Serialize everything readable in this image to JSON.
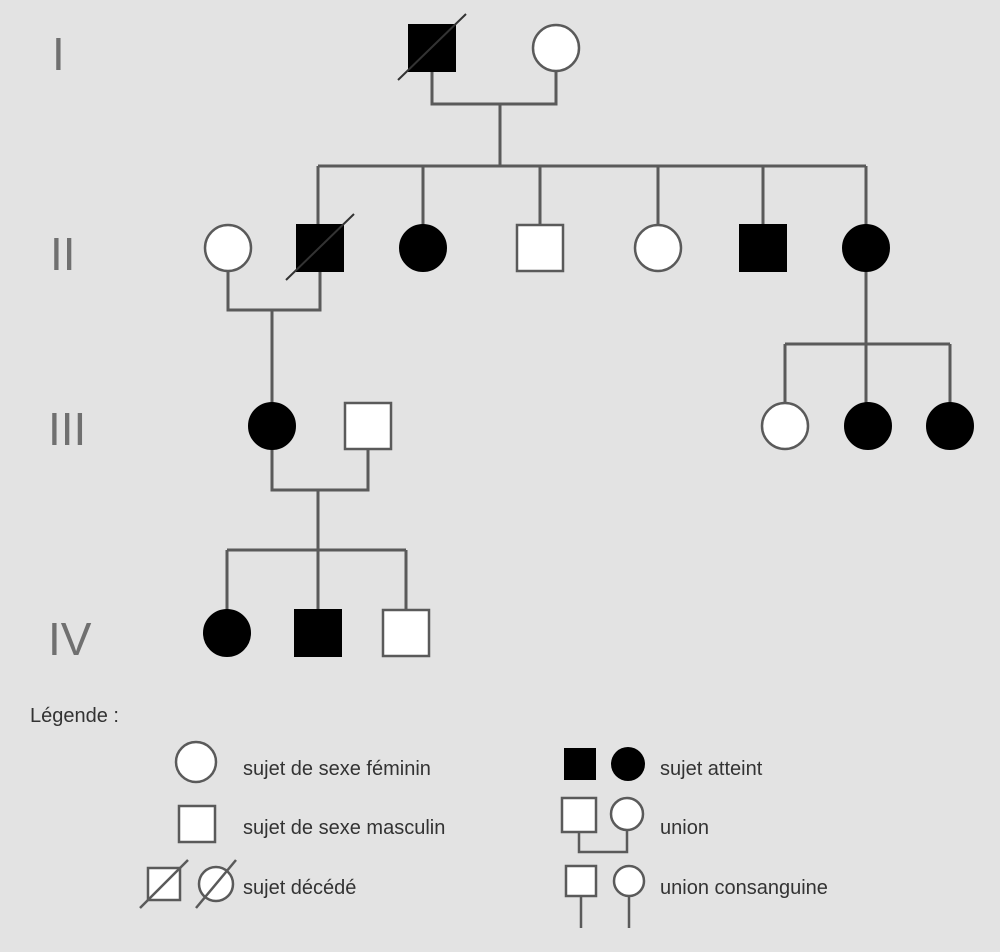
{
  "generations": [
    {
      "label": "I"
    },
    {
      "label": "II"
    },
    {
      "label": "III"
    },
    {
      "label": "IV"
    }
  ],
  "pedigree": {
    "individuals": [
      {
        "id": "I-1",
        "sex": "male",
        "affected": true,
        "deceased": true
      },
      {
        "id": "I-2",
        "sex": "female",
        "affected": false,
        "deceased": false
      },
      {
        "id": "II-1",
        "sex": "female",
        "affected": false,
        "deceased": false
      },
      {
        "id": "II-2",
        "sex": "male",
        "affected": true,
        "deceased": true
      },
      {
        "id": "II-3",
        "sex": "female",
        "affected": true,
        "deceased": false
      },
      {
        "id": "II-4",
        "sex": "male",
        "affected": false,
        "deceased": false
      },
      {
        "id": "II-5",
        "sex": "female",
        "affected": false,
        "deceased": false
      },
      {
        "id": "II-6",
        "sex": "male",
        "affected": true,
        "deceased": false
      },
      {
        "id": "II-7",
        "sex": "female",
        "affected": true,
        "deceased": false
      },
      {
        "id": "III-1",
        "sex": "female",
        "affected": true,
        "deceased": false
      },
      {
        "id": "III-2",
        "sex": "male",
        "affected": false,
        "deceased": false
      },
      {
        "id": "III-3",
        "sex": "female",
        "affected": false,
        "deceased": false
      },
      {
        "id": "III-4",
        "sex": "female",
        "affected": true,
        "deceased": false
      },
      {
        "id": "III-5",
        "sex": "female",
        "affected": true,
        "deceased": false
      },
      {
        "id": "IV-1",
        "sex": "female",
        "affected": true,
        "deceased": false
      },
      {
        "id": "IV-2",
        "sex": "male",
        "affected": true,
        "deceased": false
      },
      {
        "id": "IV-3",
        "sex": "male",
        "affected": false,
        "deceased": false
      }
    ],
    "unions": [
      {
        "partners": [
          "I-1",
          "I-2"
        ],
        "children": [
          "II-2",
          "II-3",
          "II-4",
          "II-5",
          "II-6",
          "II-7"
        ]
      },
      {
        "partners": [
          "II-1",
          "II-2"
        ],
        "children": [
          "III-1"
        ]
      },
      {
        "partners": [
          "II-7"
        ],
        "children": [
          "III-3",
          "III-4",
          "III-5"
        ]
      },
      {
        "partners": [
          "III-1",
          "III-2"
        ],
        "children": [
          "IV-1",
          "IV-2",
          "IV-3"
        ]
      }
    ]
  },
  "legend": {
    "title": "Légende :",
    "female": "sujet de sexe féminin",
    "male": "sujet de sexe masculin",
    "deceased": "sujet décédé",
    "affected": "sujet atteint",
    "union": "union",
    "consanguineous_union": "union consanguine"
  },
  "colors": {
    "background": "#e3e3e3",
    "line": "#5a5a5a",
    "affected_fill": "#000000",
    "unaffected_fill": "#ffffff"
  }
}
